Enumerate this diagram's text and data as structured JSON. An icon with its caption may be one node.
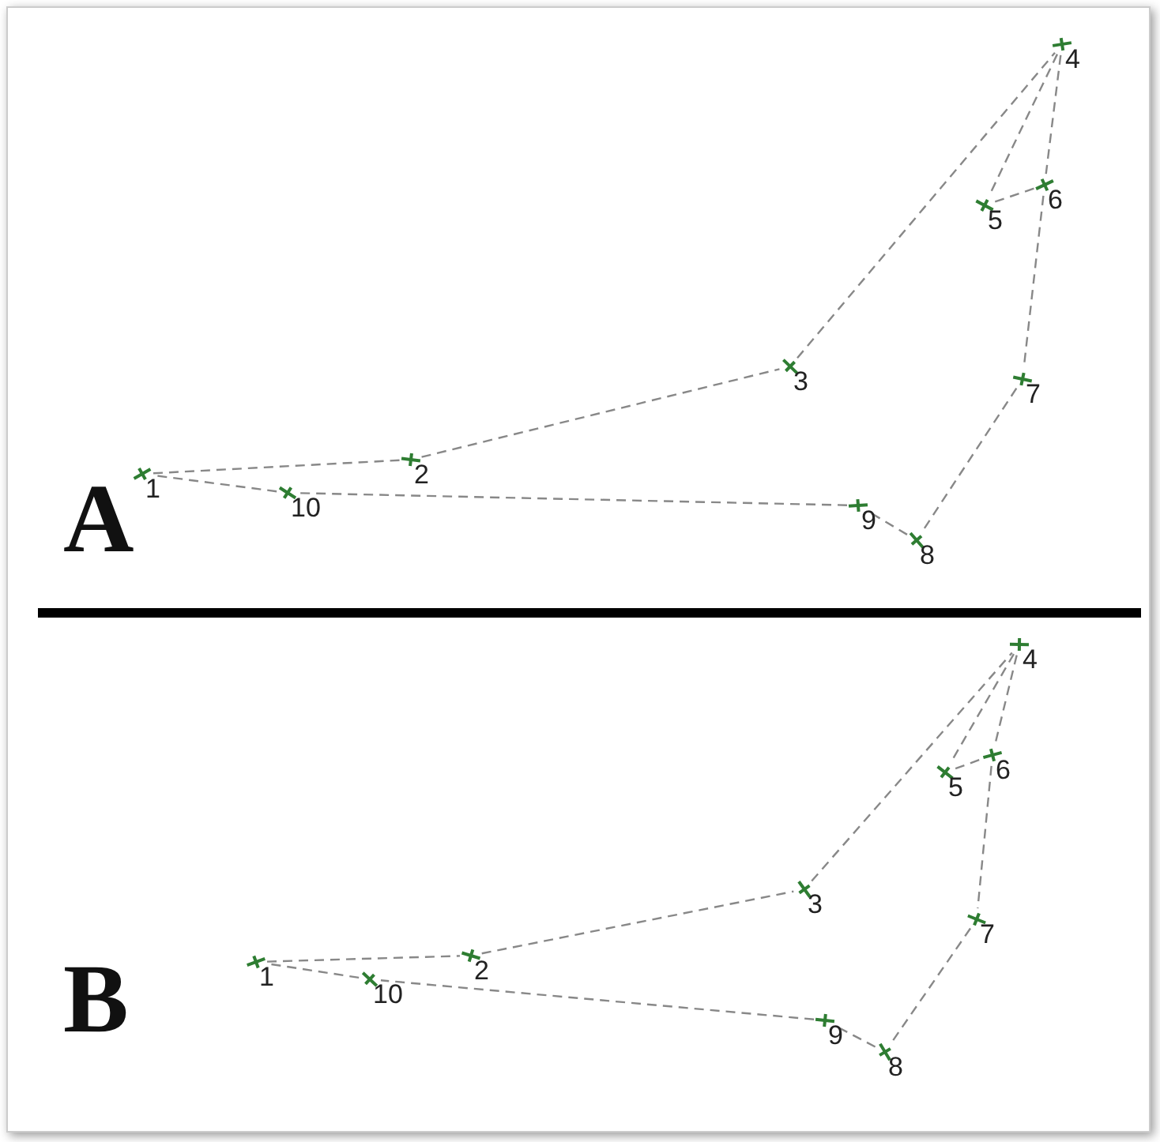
{
  "diagram": {
    "nodes": [
      {
        "text": [
          "1"
        ]
      },
      {
        "text": [
          "2"
        ]
      },
      {
        "text": [
          "3"
        ]
      },
      {
        "text": [
          "4"
        ]
      },
      {
        "text": [
          "5"
        ]
      },
      {
        "text": [
          "6"
        ]
      },
      {
        "text": [
          "7"
        ]
      },
      {
        "text": [
          "8"
        ]
      },
      {
        "text": [
          "9"
        ]
      },
      {
        "text": [
          "10"
        ]
      },
      {
        "text": [
          "1"
        ]
      },
      {
        "text": [
          "2"
        ]
      },
      {
        "text": [
          "3"
        ]
      },
      {
        "text": [
          "4"
        ]
      },
      {
        "text": [
          "5"
        ]
      },
      {
        "text": [
          "6"
        ]
      },
      {
        "text": [
          "7"
        ]
      },
      {
        "text": [
          "8"
        ]
      },
      {
        "text": [
          "9"
        ]
      },
      {
        "text": [
          "10"
        ]
      }
    ],
    "edges": [
      {
        "from": 0,
        "to": 1,
        "arrow": "none",
        "style": "dashed"
      },
      {
        "from": 1,
        "to": 2,
        "arrow": "none",
        "style": "dashed"
      },
      {
        "from": 2,
        "to": 3,
        "arrow": "none",
        "style": "dashed"
      },
      {
        "from": 3,
        "to": 4,
        "arrow": "none",
        "style": "dashed"
      },
      {
        "from": 3,
        "to": 5,
        "arrow": "none",
        "style": "dashed"
      },
      {
        "from": 4,
        "to": 5,
        "arrow": "none",
        "style": "dashed"
      },
      {
        "from": 5,
        "to": 6,
        "arrow": "none",
        "style": "dashed"
      },
      {
        "from": 6,
        "to": 7,
        "arrow": "none",
        "style": "dashed"
      },
      {
        "from": 7,
        "to": 8,
        "arrow": "none",
        "style": "dashed"
      },
      {
        "from": 8,
        "to": 9,
        "arrow": "none",
        "style": "dashed"
      },
      {
        "from": 9,
        "to": 0,
        "arrow": "none",
        "style": "dashed"
      },
      {
        "from": 10,
        "to": 11,
        "arrow": "none",
        "style": "dashed"
      },
      {
        "from": 11,
        "to": 12,
        "arrow": "none",
        "style": "dashed"
      },
      {
        "from": 12,
        "to": 13,
        "arrow": "none",
        "style": "dashed"
      },
      {
        "from": 13,
        "to": 14,
        "arrow": "none",
        "style": "dashed"
      },
      {
        "from": 13,
        "to": 15,
        "arrow": "none",
        "style": "dashed"
      },
      {
        "from": 14,
        "to": 15,
        "arrow": "none",
        "style": "dashed"
      },
      {
        "from": 15,
        "to": 16,
        "arrow": "none",
        "style": "dashed"
      },
      {
        "from": 16,
        "to": 17,
        "arrow": "none",
        "style": "dashed"
      },
      {
        "from": 17,
        "to": 18,
        "arrow": "none",
        "style": "dashed"
      },
      {
        "from": 18,
        "to": 19,
        "arrow": "none",
        "style": "dashed"
      },
      {
        "from": 19,
        "to": 10,
        "arrow": "none",
        "style": "dashed"
      }
    ],
    "labels": [
      "A",
      "B"
    ]
  }
}
